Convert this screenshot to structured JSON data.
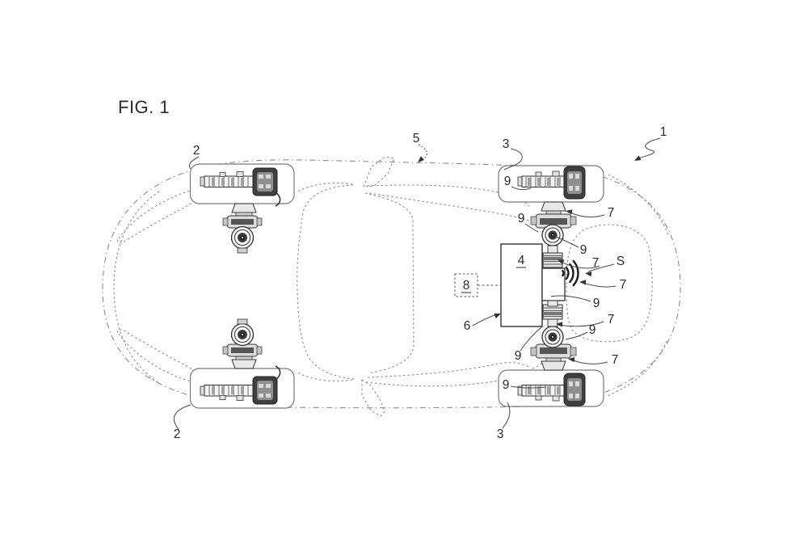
{
  "figure": {
    "title": "FIG. 1"
  },
  "style": {
    "ink": "#2b2b2b",
    "machine_ink": "#333333",
    "dashed_body_line": "#8c8c8c",
    "background": "#ffffff"
  },
  "labels": [
    {
      "id": "fig-title",
      "text": "FIG. 1"
    },
    {
      "id": "ref-1-vehicle",
      "text": "1"
    },
    {
      "id": "ref-2-front-wheel-top",
      "text": "2"
    },
    {
      "id": "ref-2-front-wheel-bottom",
      "text": "2"
    },
    {
      "id": "ref-3-rear-wheel-top",
      "text": "3"
    },
    {
      "id": "ref-3-rear-wheel-bottom",
      "text": "3"
    },
    {
      "id": "ref-4-gearbox",
      "text": "4"
    },
    {
      "id": "ref-5-body",
      "text": "5"
    },
    {
      "id": "ref-6-gearbox-housing",
      "text": "6"
    },
    {
      "id": "ref-7-a",
      "text": "7"
    },
    {
      "id": "ref-7-b",
      "text": "7"
    },
    {
      "id": "ref-7-c",
      "text": "7"
    },
    {
      "id": "ref-7-d",
      "text": "7"
    },
    {
      "id": "ref-7-e",
      "text": "7"
    },
    {
      "id": "ref-8-control-unit",
      "text": "8"
    },
    {
      "id": "ref-9-a",
      "text": "9"
    },
    {
      "id": "ref-9-b",
      "text": "9"
    },
    {
      "id": "ref-9-c",
      "text": "9"
    },
    {
      "id": "ref-9-d",
      "text": "9"
    },
    {
      "id": "ref-9-e",
      "text": "9"
    },
    {
      "id": "ref-9-f",
      "text": "9"
    },
    {
      "id": "ref-9-g",
      "text": "9"
    },
    {
      "id": "ref-S-sound",
      "text": "S"
    }
  ]
}
